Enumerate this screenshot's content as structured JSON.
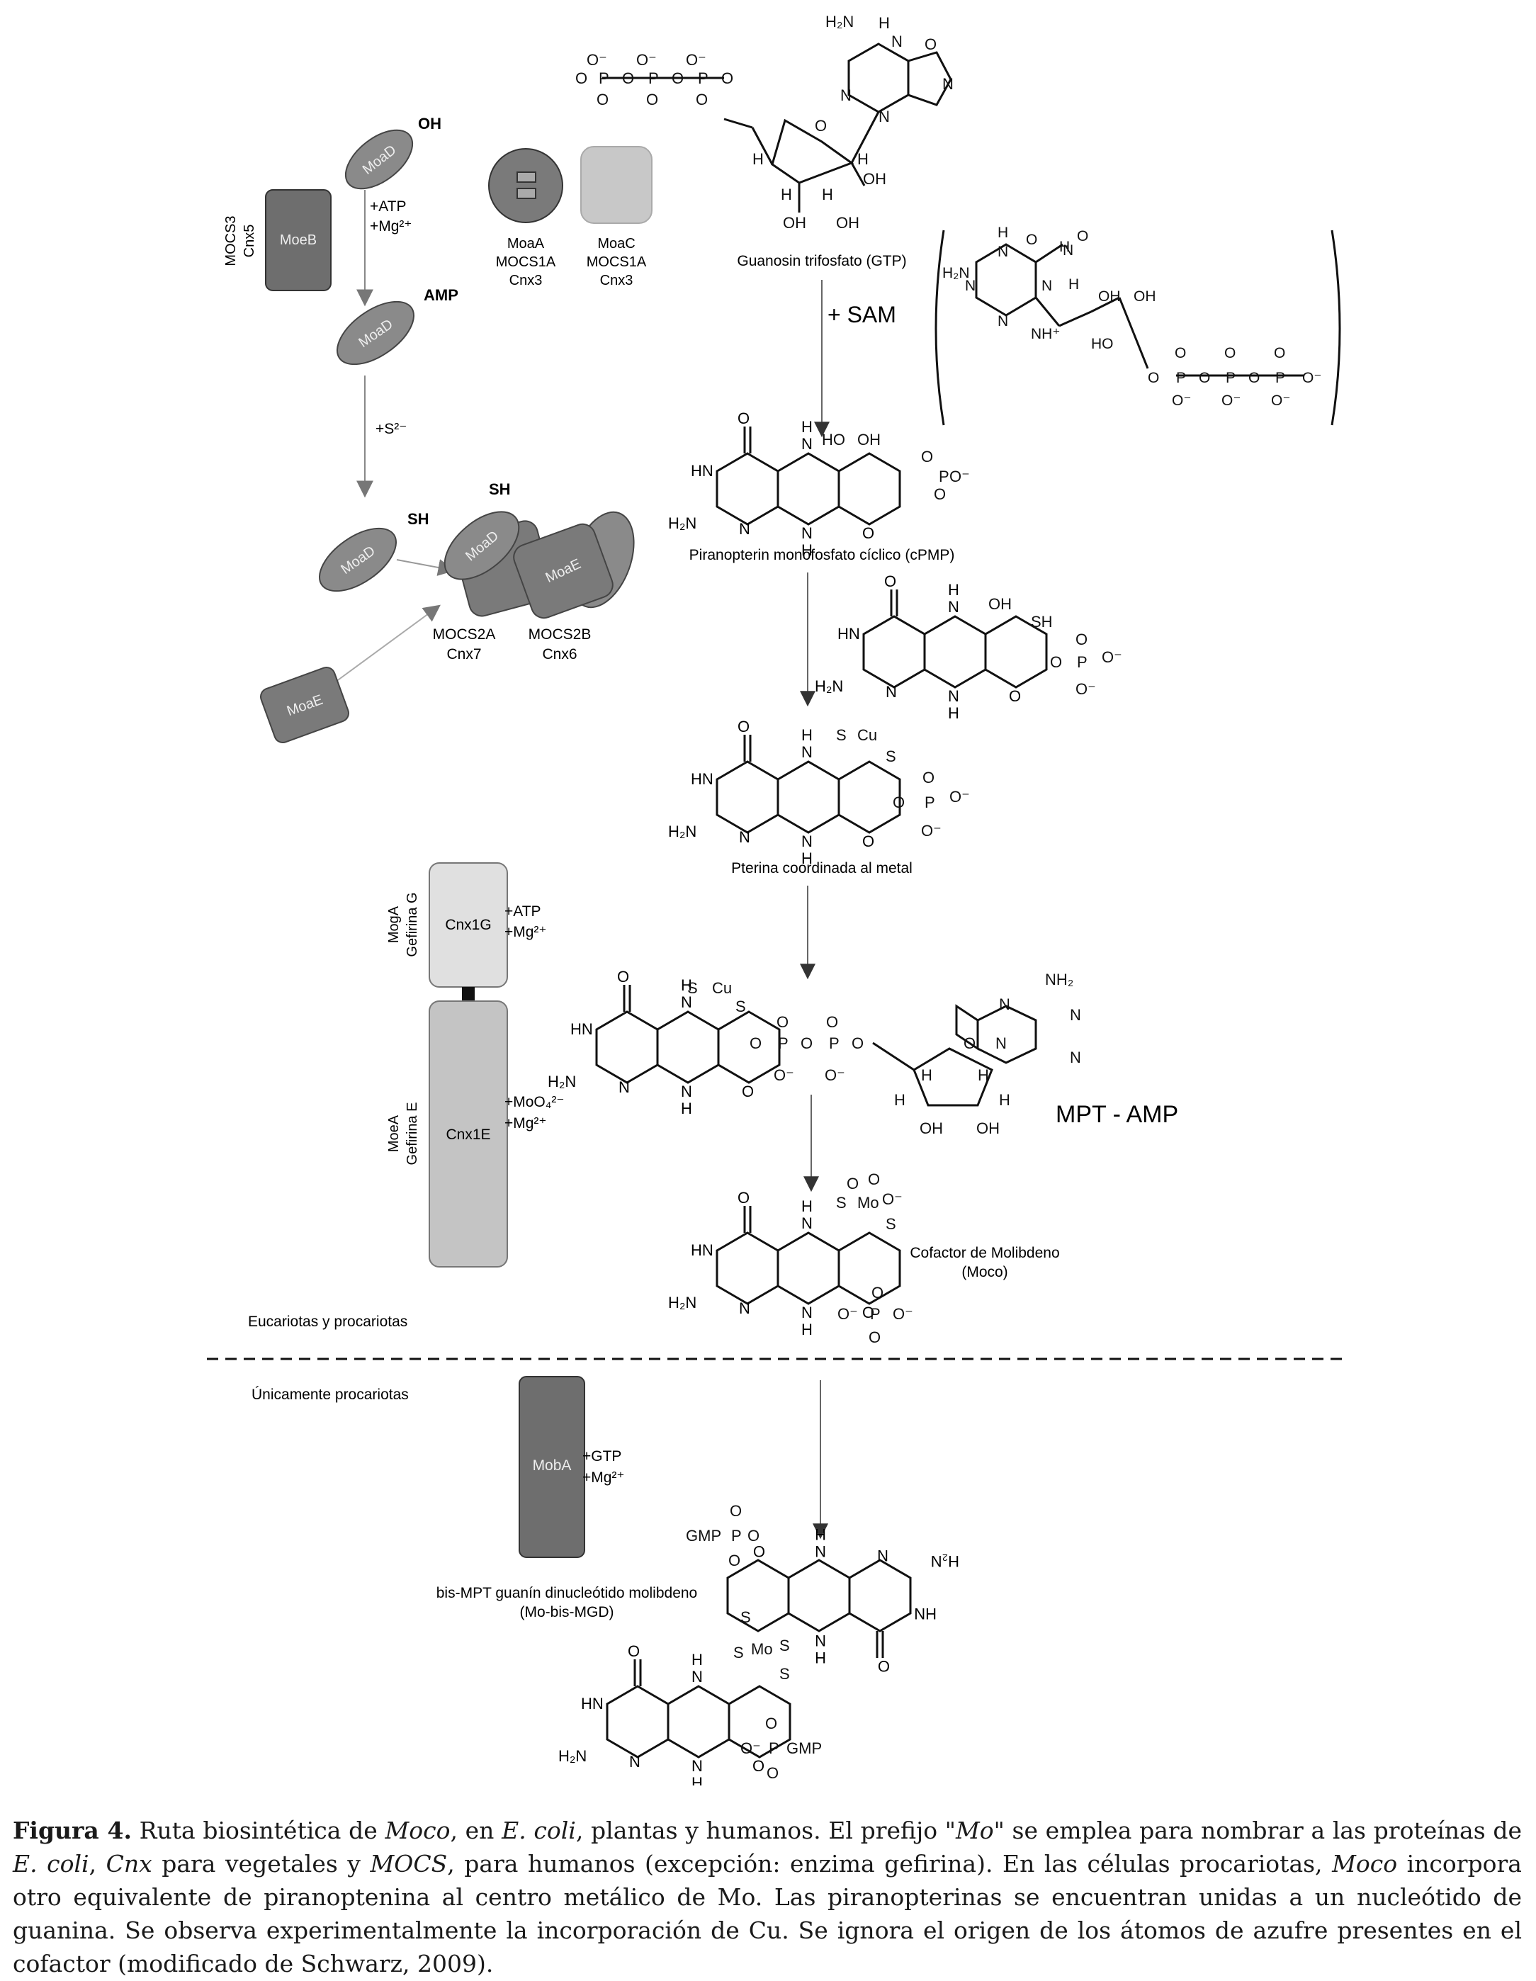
{
  "proteins": {
    "moaD": "MoaD",
    "moeB": "MoeB",
    "moeB_alias": [
      "MOCS3",
      "Cnx5"
    ],
    "moaA": [
      "MoaA",
      "MOCS1A",
      "Cnx3"
    ],
    "moaC": [
      "MoaC",
      "MOCS1A",
      "Cnx3"
    ],
    "moaE": "MoaE",
    "mocs2a": [
      "MOCS2A",
      "Cnx7"
    ],
    "mocs2b": [
      "MOCS2B",
      "Cnx6"
    ],
    "cnx1g": "Cnx1G",
    "cnx1g_alias": [
      "MogA",
      "Gefirina G"
    ],
    "cnx1e": "Cnx1E",
    "cnx1e_alias": [
      "MoeA",
      "Gefirina E"
    ],
    "mobA": "MobA"
  },
  "labels": {
    "oh": "OH",
    "atp_mg": [
      "+ATP",
      "+Mg²⁺"
    ],
    "amp": "AMP",
    "s2": "+S²⁻",
    "sh": "SH",
    "sam": "+ SAM",
    "gtp_name": "Guanosin trifosfato (GTP)",
    "cpmp_name": "Piranopterin monofosfato cíclico (cPMP)",
    "pterina_name": "Pterina coordinada al metal",
    "mpt_amp": "MPT - AMP",
    "moco_name": [
      "Cofactor de Molibdeno",
      "(Moco)"
    ],
    "cnx1g_reagents": [
      "+ATP",
      "+Mg²⁺"
    ],
    "cnx1e_reagents": [
      "+MoO₄²⁻",
      "+Mg²⁺"
    ],
    "eucariotas": "Eucariotas y procariotas",
    "procariotas": "Únicamente procariotas",
    "mobA_reagents": [
      "+GTP",
      "+Mg²⁺"
    ],
    "mgd_name": [
      "bis-MPT guanín dinucleótido molibdeno",
      "(Mo-bis-MGD)"
    ]
  },
  "caption": {
    "fig": "Figura 4.",
    "t1": " Ruta biosintética de ",
    "moco": "Moco",
    "t2": ", en ",
    "ecoli": "E. coli",
    "t3": ", plantas y humanos. El prefijo \"",
    "mo": "Mo",
    "t4": "\" se emplea para nombrar a las proteínas de ",
    "ecoli2": "E. coli",
    "t5": ", ",
    "cnx": "Cnx",
    "t6": " para vegetales y ",
    "mocs": "MOCS",
    "t7": ", para humanos (excepción: enzima gefirina). En las células procariotas, ",
    "moco2": "Moco",
    "t8": " incorpora otro equivalente de piranoptenina al centro metálico de Mo. Las piranopterinas se encuentran unidas a un nucleótido de guanina. Se observa experimentalmente la incorporación de Cu. Se ignora el origen de los átomos de azufre presentes en el cofactor (modificado de Schwarz, 2009)."
  }
}
